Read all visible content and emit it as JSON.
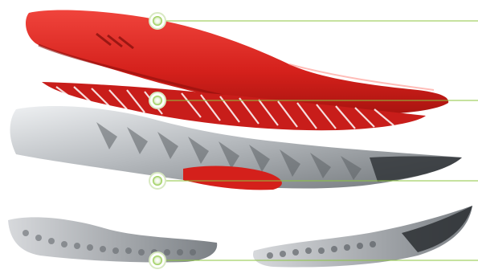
{
  "image": {
    "subject": "exploded-view-shoe-sole-layers",
    "layers": [
      {
        "name": "insole-footbed",
        "color": "#d9231f"
      },
      {
        "name": "cushioning-insert",
        "color": "#c81d1a"
      },
      {
        "name": "midsole-shell",
        "color": "#b9bdc1"
      },
      {
        "name": "outsole-pods",
        "color": "#9aa0a5"
      }
    ],
    "callouts": [
      {
        "layer": "insole-footbed"
      },
      {
        "layer": "cushioning-insert"
      },
      {
        "layer": "midsole-shell"
      },
      {
        "layer": "outsole-pods"
      }
    ],
    "colors": {
      "callout_line": "#8cc63f",
      "marker_core": "#8cc63f",
      "marker_ring": "#d8e9c2"
    }
  }
}
